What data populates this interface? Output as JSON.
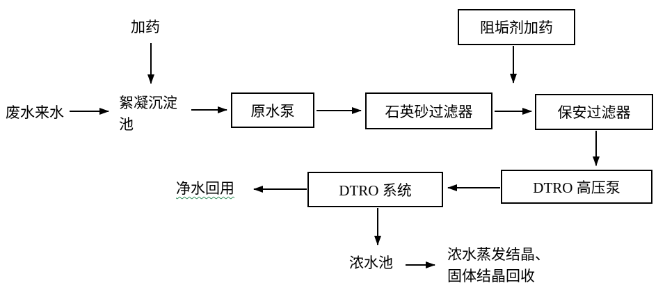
{
  "diagram": {
    "title_hint": "wastewater-treatment-process-flowchart",
    "background_color": "#ffffff",
    "line_color": "#000000",
    "grammar_underline_color": "#2e8b57",
    "nodes": {
      "dosing": {
        "label": "加药",
        "shape": "text"
      },
      "wastewater_in": {
        "label": "废水来水",
        "shape": "text"
      },
      "flocculation": {
        "label": "絮凝沉淀池",
        "lines": [
          "絮凝沉淀",
          "池"
        ],
        "shape": "text"
      },
      "raw_pump": {
        "label": "原水泵",
        "shape": "box"
      },
      "antiscalant": {
        "label": "阻垢剂加药",
        "shape": "box"
      },
      "sand_filter": {
        "label": "石英砂过滤器",
        "shape": "box"
      },
      "security_filter": {
        "label": "保安过滤器",
        "shape": "box"
      },
      "dtro_pump": {
        "label": "DTRO 高压泵",
        "shape": "box"
      },
      "dtro_system": {
        "label": "DTRO 系统",
        "shape": "box"
      },
      "clean_water": {
        "label": "净水回用",
        "shape": "text"
      },
      "concentrate_pool": {
        "label": "浓水池",
        "shape": "text"
      },
      "crystallization": {
        "label": "浓水蒸发结晶、固体结晶回收",
        "lines": [
          "浓水蒸发结晶、",
          "固体结晶回收"
        ],
        "shape": "text"
      }
    },
    "edges": [
      {
        "from": "dosing",
        "to": "flocculation",
        "direction": "down"
      },
      {
        "from": "wastewater_in",
        "to": "flocculation",
        "direction": "right"
      },
      {
        "from": "flocculation",
        "to": "raw_pump",
        "direction": "right"
      },
      {
        "from": "raw_pump",
        "to": "sand_filter",
        "direction": "right"
      },
      {
        "from": "sand_filter",
        "to": "security_filter",
        "direction": "right"
      },
      {
        "from": "antiscalant",
        "to": "sand_filter-to-security_filter-line",
        "direction": "down"
      },
      {
        "from": "security_filter",
        "to": "dtro_pump",
        "direction": "down"
      },
      {
        "from": "dtro_pump",
        "to": "dtro_system",
        "direction": "left"
      },
      {
        "from": "dtro_system",
        "to": "clean_water",
        "direction": "left"
      },
      {
        "from": "dtro_system",
        "to": "concentrate_pool",
        "direction": "down"
      },
      {
        "from": "concentrate_pool",
        "to": "crystallization",
        "direction": "right"
      }
    ]
  }
}
